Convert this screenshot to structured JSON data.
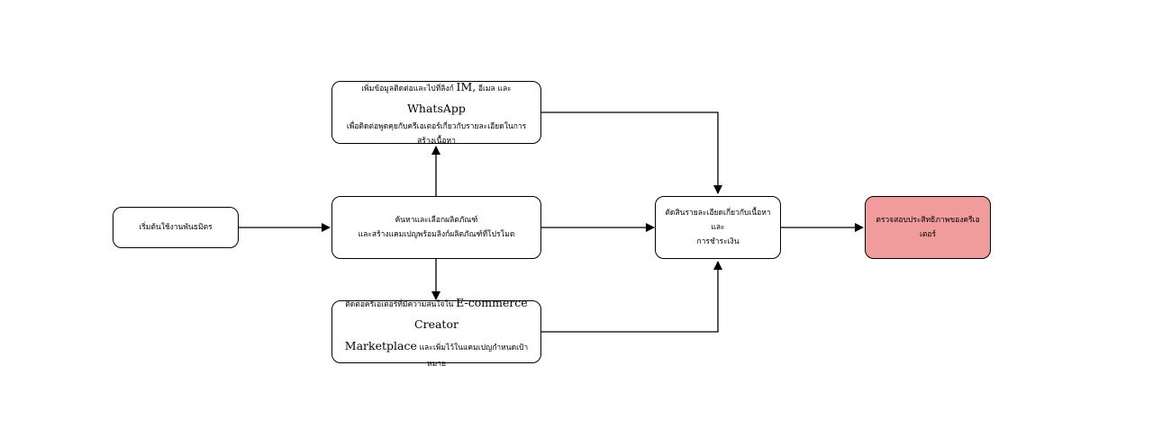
{
  "diagram": {
    "nodes": {
      "start": {
        "text": "เริ่มต้นใช้งานพันธมิตร"
      },
      "top": {
        "line1_pre": "เพิ่มข้อมูลติดต่อและไปที่ลิงก์ ",
        "line1_big": "IM,",
        "line1_mid": " อีเมล และ ",
        "line1_big2": "WhatsApp",
        "line2": "เพื่อติดต่อพูดคุยกับครีเอเตอร์เกี่ยวกับรายละเอียดในการสร้างเนื้อหา"
      },
      "center": {
        "line1": "ค้นหาและเลือกผลิตภัณฑ์",
        "line2": "และสร้างแคมเปญพร้อมลิงก์ผลิตภัณฑ์ที่โปรโมต"
      },
      "bottom": {
        "line1_pre": "ติดต่อครีเอเตอร์ที่มีความสนใจใน ",
        "line1_big": "E-commerce Creator",
        "line2_big": "Marketplace",
        "line2_rest": " และเพิ่มไว้ในแคมเปญกำหนดเป้าหมาย"
      },
      "merge": {
        "line1": "ตัดสินรายละเอียดเกี่ยวกับเนื้อหาและ",
        "line2": "การชำระเงิน"
      },
      "end": {
        "line1": "ตรวจสอบประสิทธิภาพของครีเอ",
        "line2": "เตอร์"
      }
    },
    "colors": {
      "highlight": "#f19c9c",
      "stroke": "#000000"
    }
  }
}
